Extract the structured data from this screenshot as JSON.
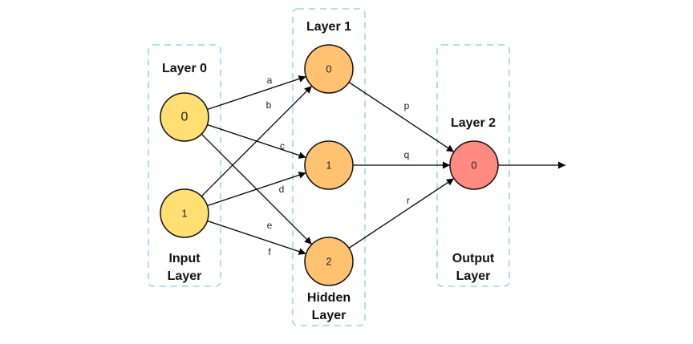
{
  "layers": [
    {
      "id": "input",
      "title": "Layer 0",
      "caption_line1": "Input",
      "caption_line2": "Layer",
      "node_color": "#ffdf71",
      "nodes": [
        {
          "label": "0"
        },
        {
          "label": "1"
        }
      ]
    },
    {
      "id": "hidden",
      "title": "Layer 1",
      "caption_line1": "Hidden",
      "caption_line2": "Layer",
      "node_color": "#ffc271",
      "nodes": [
        {
          "label": "0"
        },
        {
          "label": "1"
        },
        {
          "label": "2"
        }
      ]
    },
    {
      "id": "output",
      "title": "Layer 2",
      "caption_line1": "Output",
      "caption_line2": "Layer",
      "node_color": "#ff8b80",
      "nodes": [
        {
          "label": "0"
        }
      ]
    }
  ],
  "edges": [
    {
      "label": "a",
      "from": "input.0",
      "to": "hidden.0"
    },
    {
      "label": "b",
      "from": "input.1",
      "to": "hidden.0"
    },
    {
      "label": "c",
      "from": "input.0",
      "to": "hidden.1"
    },
    {
      "label": "d",
      "from": "input.1",
      "to": "hidden.1"
    },
    {
      "label": "e",
      "from": "input.0",
      "to": "hidden.2"
    },
    {
      "label": "f",
      "from": "input.1",
      "to": "hidden.2"
    },
    {
      "label": "p",
      "from": "hidden.0",
      "to": "output.0"
    },
    {
      "label": "q",
      "from": "hidden.1",
      "to": "output.0"
    },
    {
      "label": "r",
      "from": "hidden.2",
      "to": "output.0"
    }
  ],
  "colors": {
    "box_border": "#9dcff0",
    "edge": "#000000"
  }
}
